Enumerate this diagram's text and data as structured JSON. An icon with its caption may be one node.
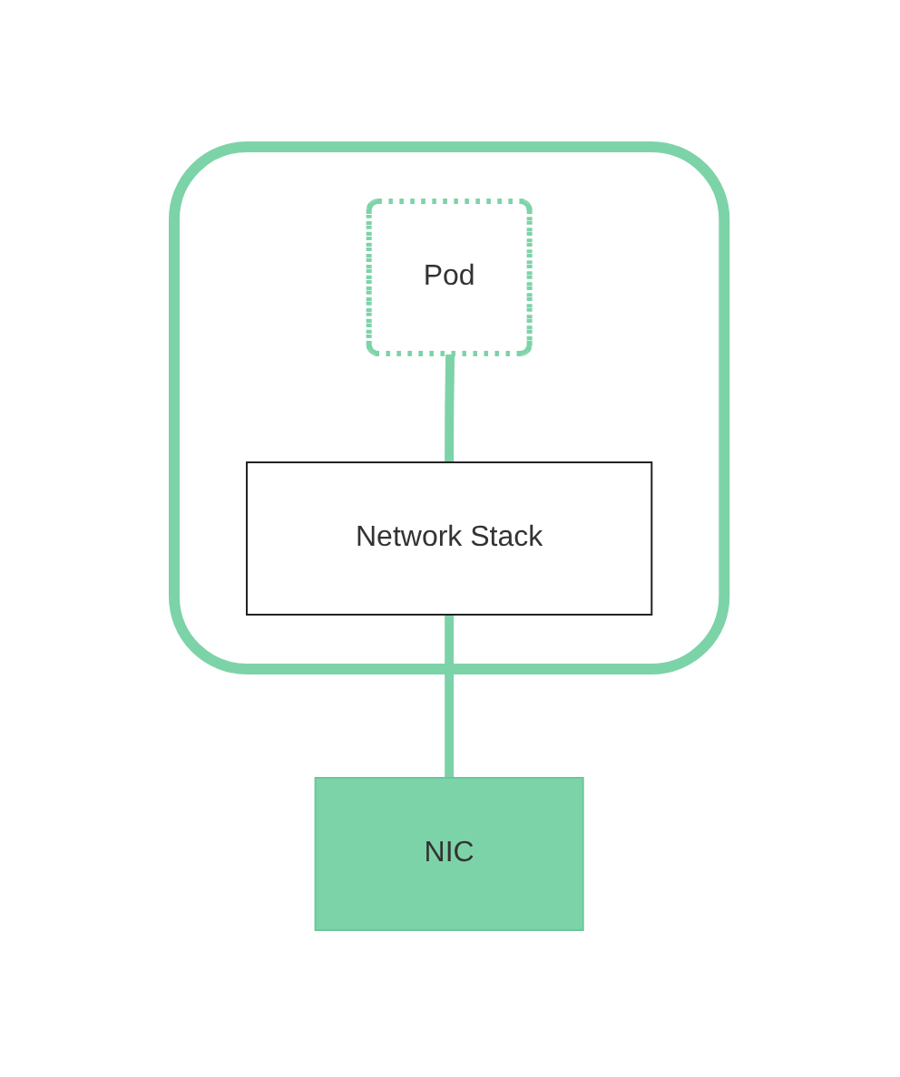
{
  "diagram": {
    "nodes": [
      {
        "text": [],
        "shape": "box"
      },
      {
        "text": [
          "Pod"
        ],
        "in": 0
      },
      {
        "text": [
          "Network Stack"
        ],
        "in": 0
      },
      {
        "text": [
          "NIC"
        ]
      }
    ],
    "edges": [
      {
        "from": 1,
        "to": 2,
        "arrow": "none"
      },
      {
        "from": 2,
        "to": 3,
        "arrow": "none"
      }
    ]
  }
}
